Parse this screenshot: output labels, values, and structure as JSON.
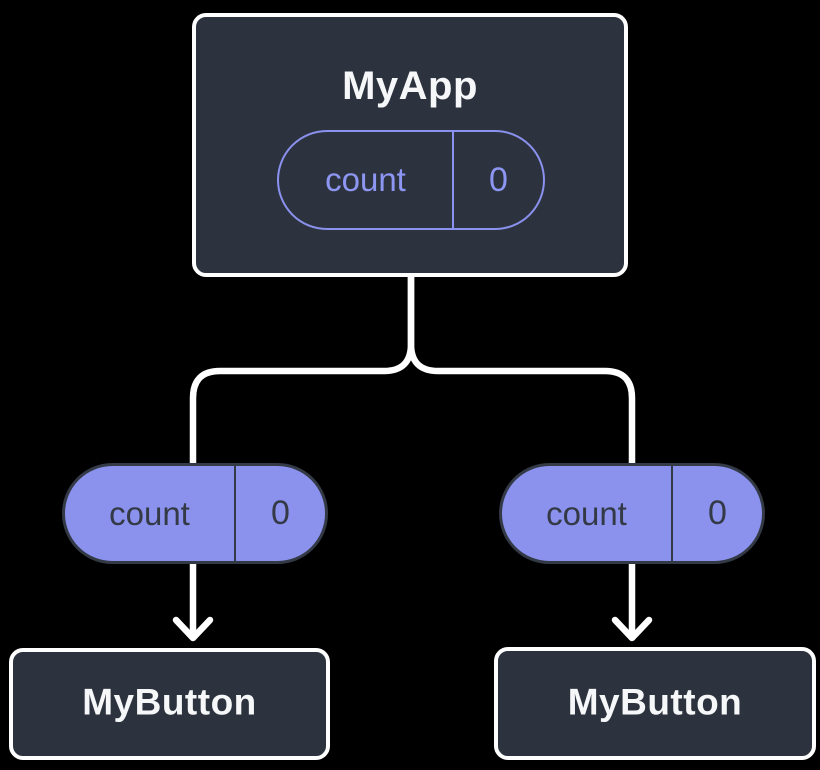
{
  "diagram": {
    "type": "component-tree",
    "root": {
      "label": "MyApp",
      "state": {
        "name": "count",
        "value": "0"
      }
    },
    "children": [
      {
        "label": "MyButton",
        "prop": {
          "name": "count",
          "value": "0"
        }
      },
      {
        "label": "MyButton",
        "prop": {
          "name": "count",
          "value": "0"
        }
      }
    ],
    "colors": {
      "background": "#000000",
      "node_fill": "#2d333e",
      "node_border": "#ffffff",
      "node_text": "#f6f7f9",
      "accent_purple": "#8a91ee",
      "pill_fill": "#8b92ee",
      "pill_dark_text": "#333945",
      "connector": "#ffffff"
    }
  }
}
